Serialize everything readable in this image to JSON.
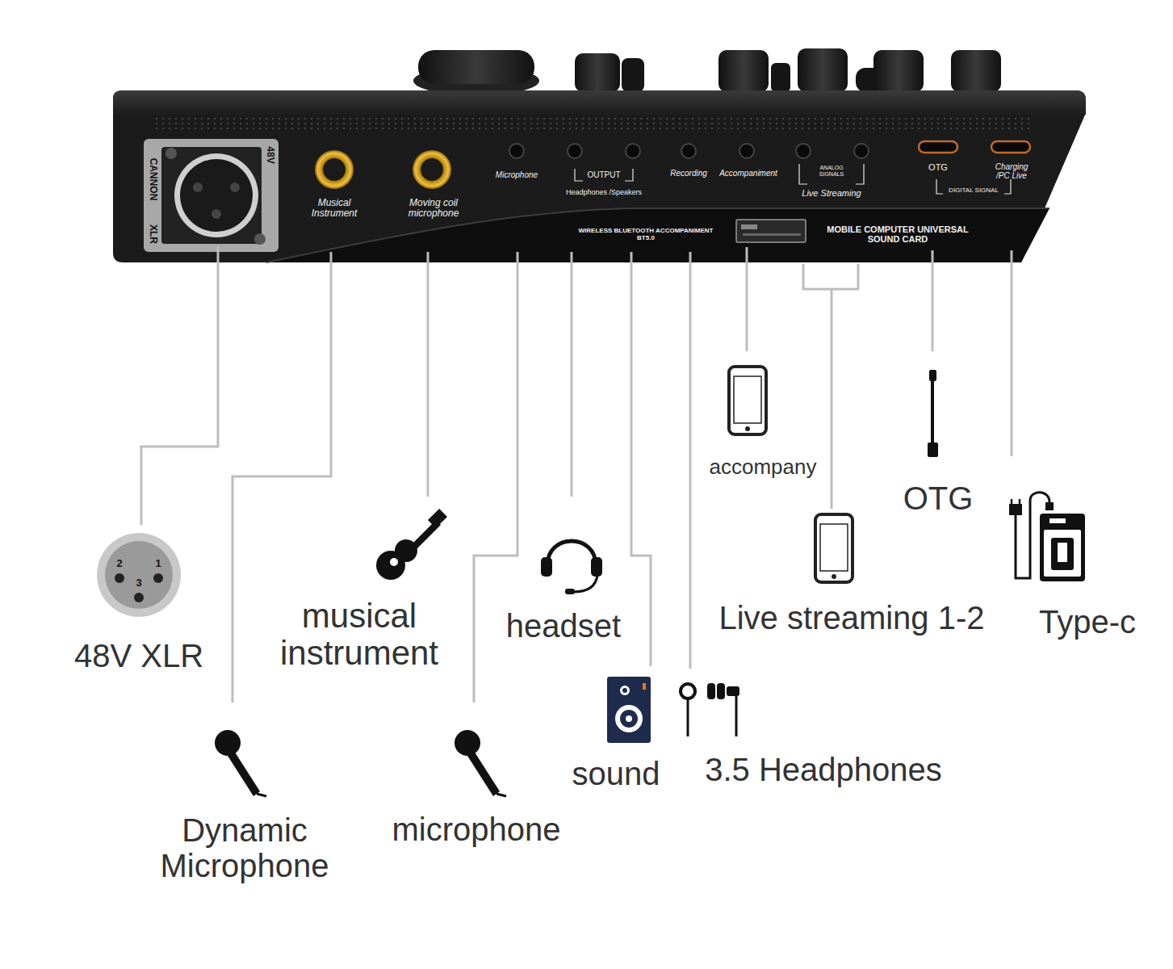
{
  "diagram": {
    "labels": [
      "CANNON",
      "XLR",
      "48V",
      "Musical Instrument",
      "Moving coil microphone",
      "Microphone",
      "OUTPUT",
      "Headphones /Speakers",
      "Recording",
      "Accompaniment",
      "ANALOG SIGNALS",
      "Live Streaming",
      "OTG",
      "Charging /PC Live",
      "DIGITAL SIGNAL",
      "WIRELESS BLUETOOTH ACCOMPANIMENT BT5.0",
      "MOBILE COMPUTER UNIVERSAL SOUND CARD",
      "2",
      "1",
      "3",
      "48V XLR",
      "Dynamic Microphone",
      "musical instrument",
      "microphone",
      "headset",
      "sound",
      "3.5 Headphones",
      "accompany",
      "Live streaming 1-2",
      "OTG",
      "Type-c"
    ]
  }
}
